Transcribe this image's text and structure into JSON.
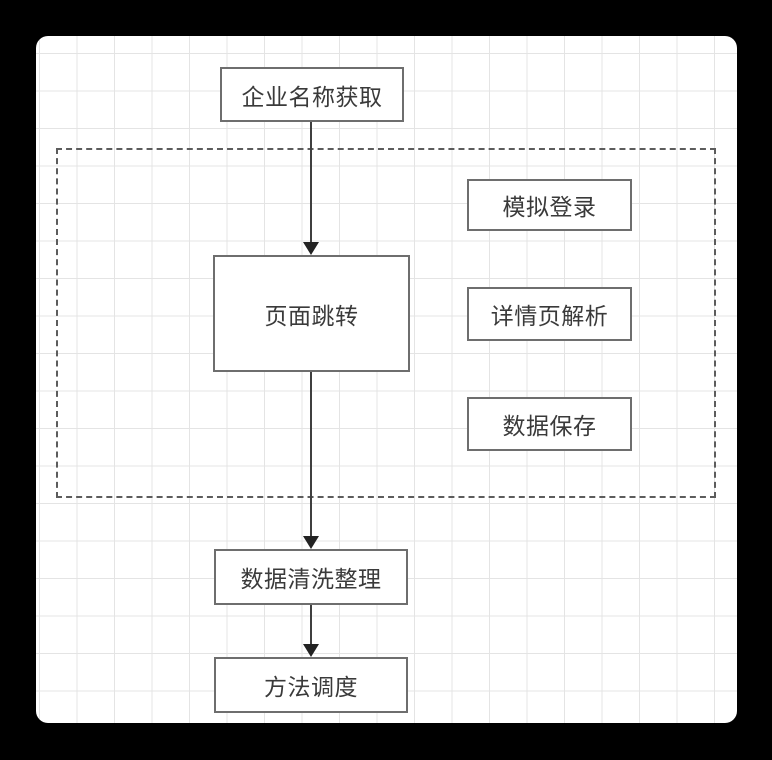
{
  "diagram": {
    "title": "crawler-flowchart",
    "nodes": {
      "enterprise_name": {
        "label": "企业名称获取"
      },
      "page_jump": {
        "label": "页面跳转"
      },
      "simulated_login": {
        "label": "模拟登录"
      },
      "detail_parse": {
        "label": "详情页解析"
      },
      "data_save": {
        "label": "数据保存"
      },
      "data_cleaning": {
        "label": "数据清洗整理"
      },
      "method_dispatch": {
        "label": "方法调度"
      }
    },
    "edges": [
      {
        "from": "enterprise_name",
        "to": "page_jump"
      },
      {
        "from": "page_jump",
        "to": "data_cleaning"
      },
      {
        "from": "data_cleaning",
        "to": "method_dispatch"
      }
    ],
    "group": {
      "contains": [
        "page_jump",
        "simulated_login",
        "detail_parse",
        "data_save"
      ],
      "style": "dashed"
    },
    "colors": {
      "frame_background": "#000000",
      "canvas_background": "#ffffff",
      "grid_line": "#e4e4e4",
      "node_border": "#6e6e6e",
      "node_text": "#3a3a3a",
      "dashed_border": "#5c5c5c",
      "arrow_line": "#3f3f3f",
      "arrow_head": "#222222"
    }
  }
}
